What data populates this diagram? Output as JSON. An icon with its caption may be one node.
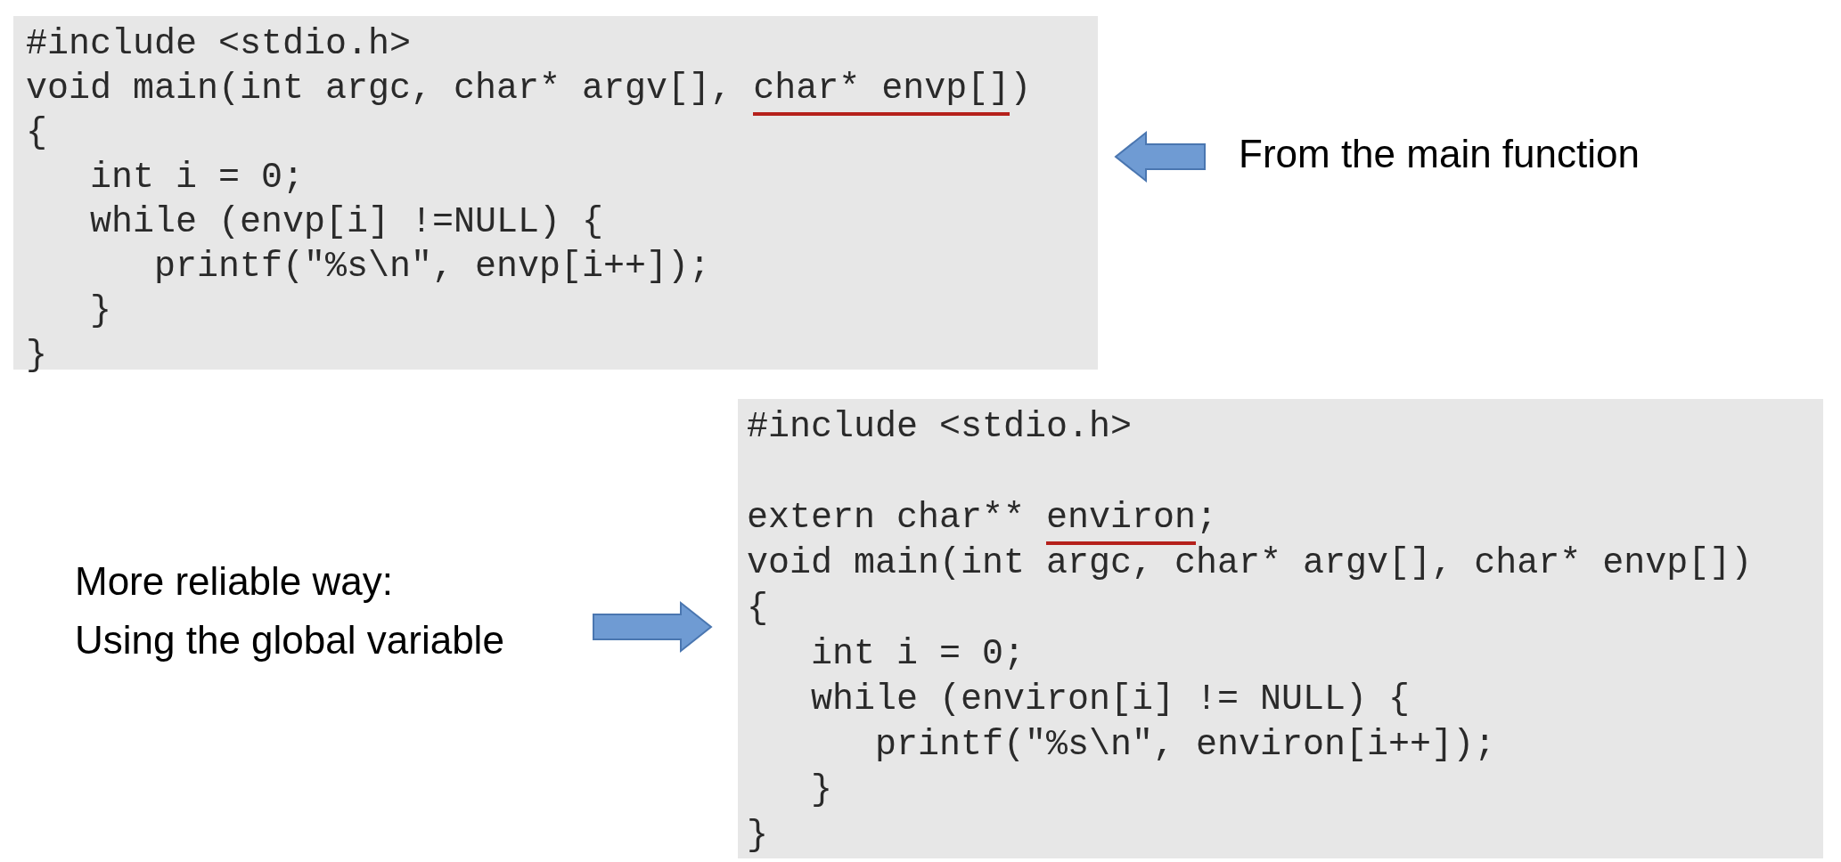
{
  "diagram": {
    "nodes": [
      {
        "text": [
          "#include <stdio.h>",
          "void main(int argc, char* argv[], char* envp[])",
          "{",
          "   int i = 0;",
          "   while (envp[i] !=NULL) {",
          "      printf(\"%s\\n\", envp[i++]);",
          "   }",
          "}"
        ]
      },
      {
        "text": [
          "From the main function"
        ]
      },
      {
        "text": [
          "More reliable way:",
          "Using the global variable"
        ]
      },
      {
        "text": [
          "#include <stdio.h>",
          "extern char** environ;",
          "void main(int argc, char* argv[], char* envp[])",
          "{",
          "   int i = 0;",
          "   while (environ[i] != NULL) {",
          "      printf(\"%s\\n\", environ[i++]);",
          "   }",
          "}"
        ]
      }
    ],
    "edges": [
      {
        "from": 1,
        "to": 0,
        "arrow": "to"
      },
      {
        "from": 2,
        "to": 3,
        "arrow": "to"
      }
    ]
  }
}
